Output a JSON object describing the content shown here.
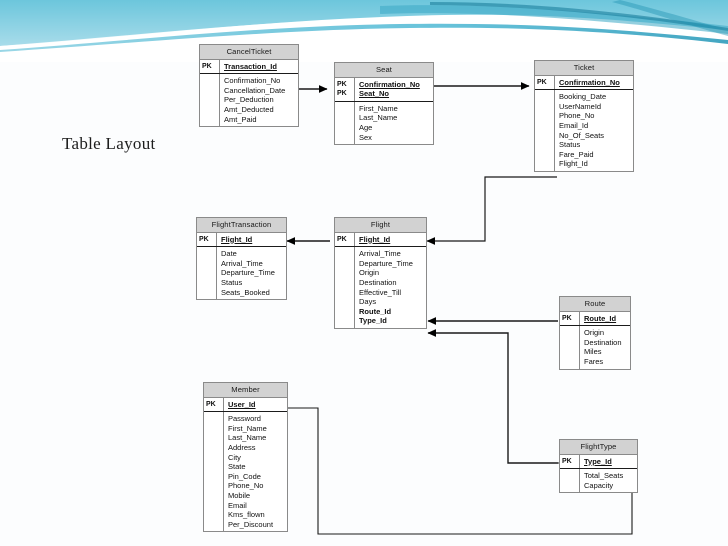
{
  "slide": {
    "title": "Table Layout",
    "background_color": "#fcfdfe",
    "banner": {
      "name": "wave-banner",
      "colors": [
        "#8fd4e3",
        "#62c3da",
        "#2e9fbd",
        "#1d7f9c",
        "#ffffff"
      ]
    }
  },
  "diagram": {
    "type": "entity-relationship",
    "key_label": "PK",
    "tables": [
      {
        "name": "CancelTicket",
        "keys": [
          "PK"
        ],
        "primary_fields": [
          "Transaction_Id"
        ],
        "fields": [
          "Confirmation_No",
          "Cancellation_Date",
          "Per_Deduction",
          "Amt_Deducted",
          "Amt_Paid"
        ]
      },
      {
        "name": "Seat",
        "keys": [
          "PK",
          "PK"
        ],
        "primary_fields": [
          "Confirmation_No",
          "Seat_No"
        ],
        "fields": [
          "First_Name",
          "Last_Name",
          "Age",
          "Sex"
        ]
      },
      {
        "name": "Ticket",
        "keys": [
          "PK"
        ],
        "primary_fields": [
          "Confirmation_No"
        ],
        "fields": [
          "Booking_Date",
          "UserNameId",
          "Phone_No",
          "Email_Id",
          "No_Of_Seats",
          "Status",
          "Fare_Paid",
          "Flight_Id"
        ]
      },
      {
        "name": "FlightTransaction",
        "keys": [
          "PK"
        ],
        "primary_fields": [
          "Flight_Id"
        ],
        "fields": [
          "Date",
          "Arrival_Time",
          "Departure_Time",
          "Status",
          "Seats_Booked"
        ]
      },
      {
        "name": "Flight",
        "keys": [
          "PK"
        ],
        "primary_fields": [
          "Flight_Id"
        ],
        "fields": [
          "Arrival_Time",
          "Departure_Time",
          "Origin",
          "Destination",
          "Effective_Till",
          "Days",
          "Route_Id",
          "Type_Id"
        ],
        "foreign_fields": [
          "Route_Id",
          "Type_Id"
        ]
      },
      {
        "name": "Route",
        "keys": [
          "PK"
        ],
        "primary_fields": [
          "Route_Id"
        ],
        "fields": [
          "Origin",
          "Destination",
          "Miles",
          "Fares"
        ]
      },
      {
        "name": "Member",
        "keys": [
          "PK"
        ],
        "primary_fields": [
          "User_Id"
        ],
        "fields": [
          "Password",
          "First_Name",
          "Last_Name",
          "Address",
          "City",
          "State",
          "Pin_Code",
          "Phone_No",
          "Mobile",
          "Email",
          "Kms_flown",
          "Per_Discount"
        ]
      },
      {
        "name": "FlightType",
        "keys": [
          "PK"
        ],
        "primary_fields": [
          "Type_Id"
        ],
        "fields": [
          "Total_Seats",
          "Capacity"
        ]
      }
    ],
    "relationships": [
      {
        "from": "CancelTicket.Confirmation_No",
        "to": "Seat.Confirmation_No"
      },
      {
        "from": "Seat.Confirmation_No",
        "to": "Ticket.Confirmation_No"
      },
      {
        "from": "Ticket.Flight_Id",
        "to": "Flight.Flight_Id"
      },
      {
        "from": "Flight.Flight_Id",
        "to": "FlightTransaction.Flight_Id"
      },
      {
        "from": "Route.Route_Id",
        "to": "Flight.Route_Id"
      },
      {
        "from": "FlightType.Type_Id",
        "to": "Flight.Type_Id"
      },
      {
        "from": "Member.User_Id",
        "to": "FlightType.Type_Id"
      }
    ]
  }
}
